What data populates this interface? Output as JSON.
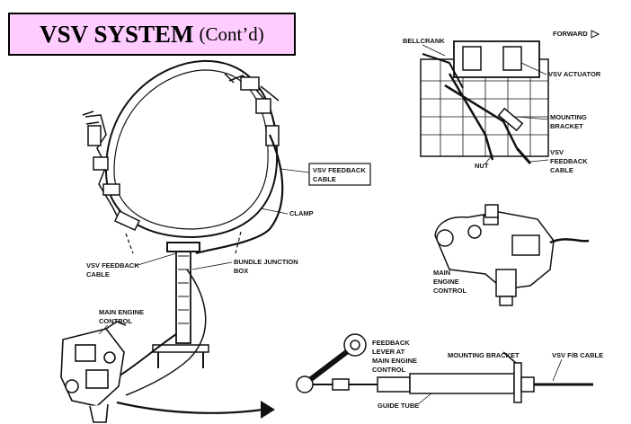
{
  "title": {
    "main": "VSV SYSTEM",
    "sub": "(Cont’d)"
  },
  "colors": {
    "title_bg": "#ffccff",
    "ink": "#111111"
  },
  "labels": {
    "bellcrank": "BELLCRANK",
    "forward": "FORWARD",
    "vsv_actuator": "VSV ACTUATOR",
    "mounting_bracket_top": [
      "MOUNTING",
      "BRACKET"
    ],
    "vsv_feedback_cable_top": [
      "VSV",
      "FEEDBACK",
      "CABLE"
    ],
    "nut": "NUT",
    "vsv_feedback_cable_box": [
      "VSV FEEDBACK",
      "CABLE"
    ],
    "clamp": "CLAMP",
    "vsv_feedback_cable_left": [
      "VSV FEEDBACK",
      "CABLE"
    ],
    "bundle_junction_box": [
      "BUNDLE JUNCTION",
      "BOX"
    ],
    "main_engine_control_left": [
      "MAIN ENGINE",
      "CONTROL"
    ],
    "main_engine_control_right": [
      "MAIN",
      "ENGINE",
      "CONTROL"
    ],
    "feedback_lever": [
      "FEEDBACK",
      "LEVER AT",
      "MAIN ENGINE",
      "CONTROL"
    ],
    "mounting_bracket_bottom": "MOUNTING BRACKET",
    "vsv_fb_cable": "VSV F/B CABLE",
    "guide_tube": "GUIDE TUBE"
  }
}
